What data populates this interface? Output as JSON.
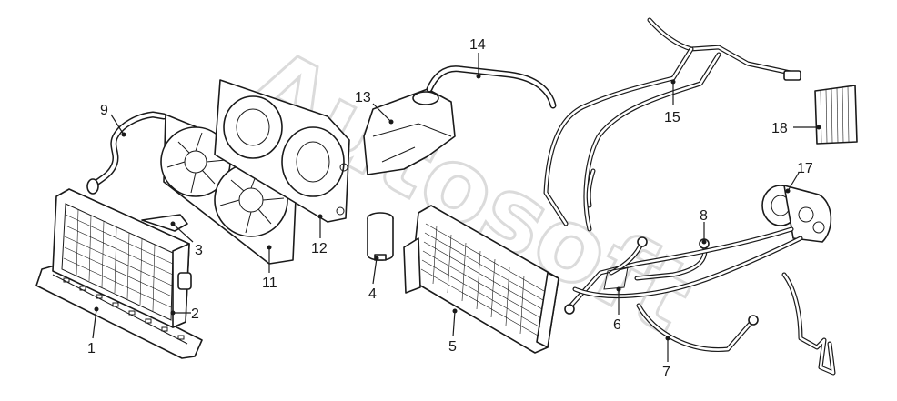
{
  "diagram": {
    "watermark": "Autosoft",
    "callouts": [
      {
        "id": "1",
        "label": "1"
      },
      {
        "id": "2",
        "label": "2"
      },
      {
        "id": "3",
        "label": "3"
      },
      {
        "id": "4",
        "label": "4"
      },
      {
        "id": "5",
        "label": "5"
      },
      {
        "id": "6",
        "label": "6"
      },
      {
        "id": "7",
        "label": "7"
      },
      {
        "id": "8",
        "label": "8"
      },
      {
        "id": "9",
        "label": "9"
      },
      {
        "id": "11",
        "label": "11"
      },
      {
        "id": "12",
        "label": "12"
      },
      {
        "id": "13",
        "label": "13"
      },
      {
        "id": "14",
        "label": "14"
      },
      {
        "id": "15",
        "label": "15"
      },
      {
        "id": "17",
        "label": "17"
      },
      {
        "id": "18",
        "label": "18"
      }
    ]
  }
}
